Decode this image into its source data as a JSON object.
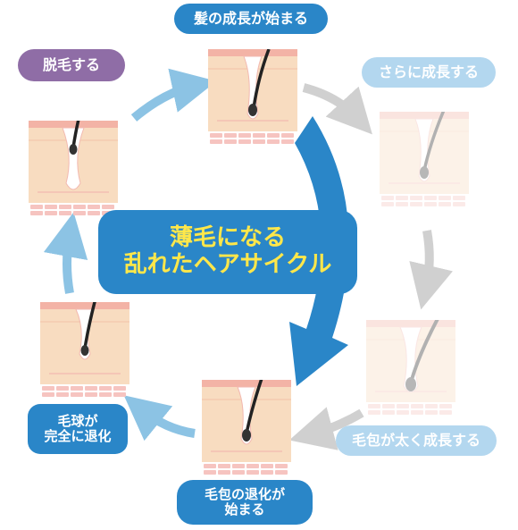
{
  "labels": {
    "growth_start": "髪の成長が始まる",
    "further_growth": "さらに成長する",
    "follicle_thick": "毛包が太く成長する",
    "follicle_regress": "毛包の退化が\n始まる",
    "bulb_regress": "毛球が\n完全に退化",
    "shedding": "脱毛する"
  },
  "banner": {
    "line1": "薄毛になる",
    "line2": "乱れたヘアサイクル"
  },
  "colors": {
    "primary_blue": "#2a86c8",
    "faded_blue": "#b3d7ef",
    "purple": "#8f6da6",
    "yellow": "#ffe74a",
    "skin": "#f8dcc0",
    "skin_top": "#f3b3a6",
    "faded_arrow": "#d0d0d0",
    "cycle_arrow": "#8cc3e4"
  },
  "icons": {
    "tile": "hair-follicle-icon",
    "arrow": "curved-arrow-icon"
  }
}
